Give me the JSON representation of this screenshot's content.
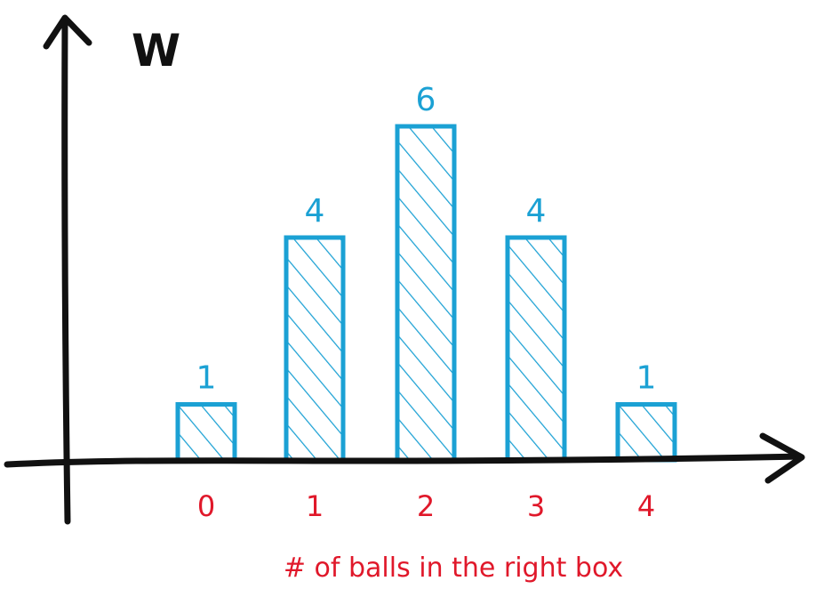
{
  "chart_data": {
    "type": "bar",
    "categories": [
      "0",
      "1",
      "2",
      "3",
      "4"
    ],
    "values": [
      1,
      4,
      6,
      4,
      1
    ],
    "value_labels": [
      "1",
      "4",
      "6",
      "4",
      "1"
    ],
    "xlabel": "# of balls in the right box",
    "ylabel": "W",
    "ylim": [
      0,
      7
    ],
    "grid": false,
    "bar_fill": "hatched",
    "colors": {
      "bars": "#1ba1d4",
      "ticks_and_xlabel": "#e0182a",
      "axes": "#111111"
    }
  }
}
